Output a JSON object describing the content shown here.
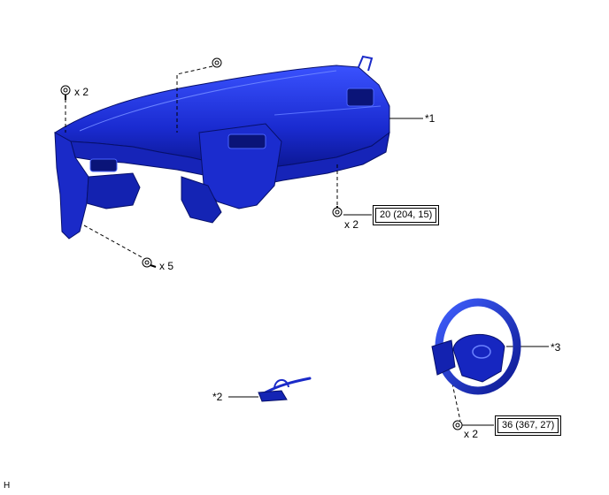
{
  "callouts": {
    "part1": "*1",
    "part2": "*2",
    "part3": "*3"
  },
  "quantities": {
    "clip_top_left": "x 2",
    "bolts_left": "x 5",
    "bolts_center": "x 2",
    "nuts_wheel": "x 2"
  },
  "torque": {
    "center_bolts": "20 (204, 15)",
    "wheel_nut": "36 (367, 27)"
  },
  "footer_mark": "H",
  "colors": {
    "part_blue": "#1e2fd6",
    "part_dark": "#0a1380",
    "part_light": "#4a63ff"
  }
}
